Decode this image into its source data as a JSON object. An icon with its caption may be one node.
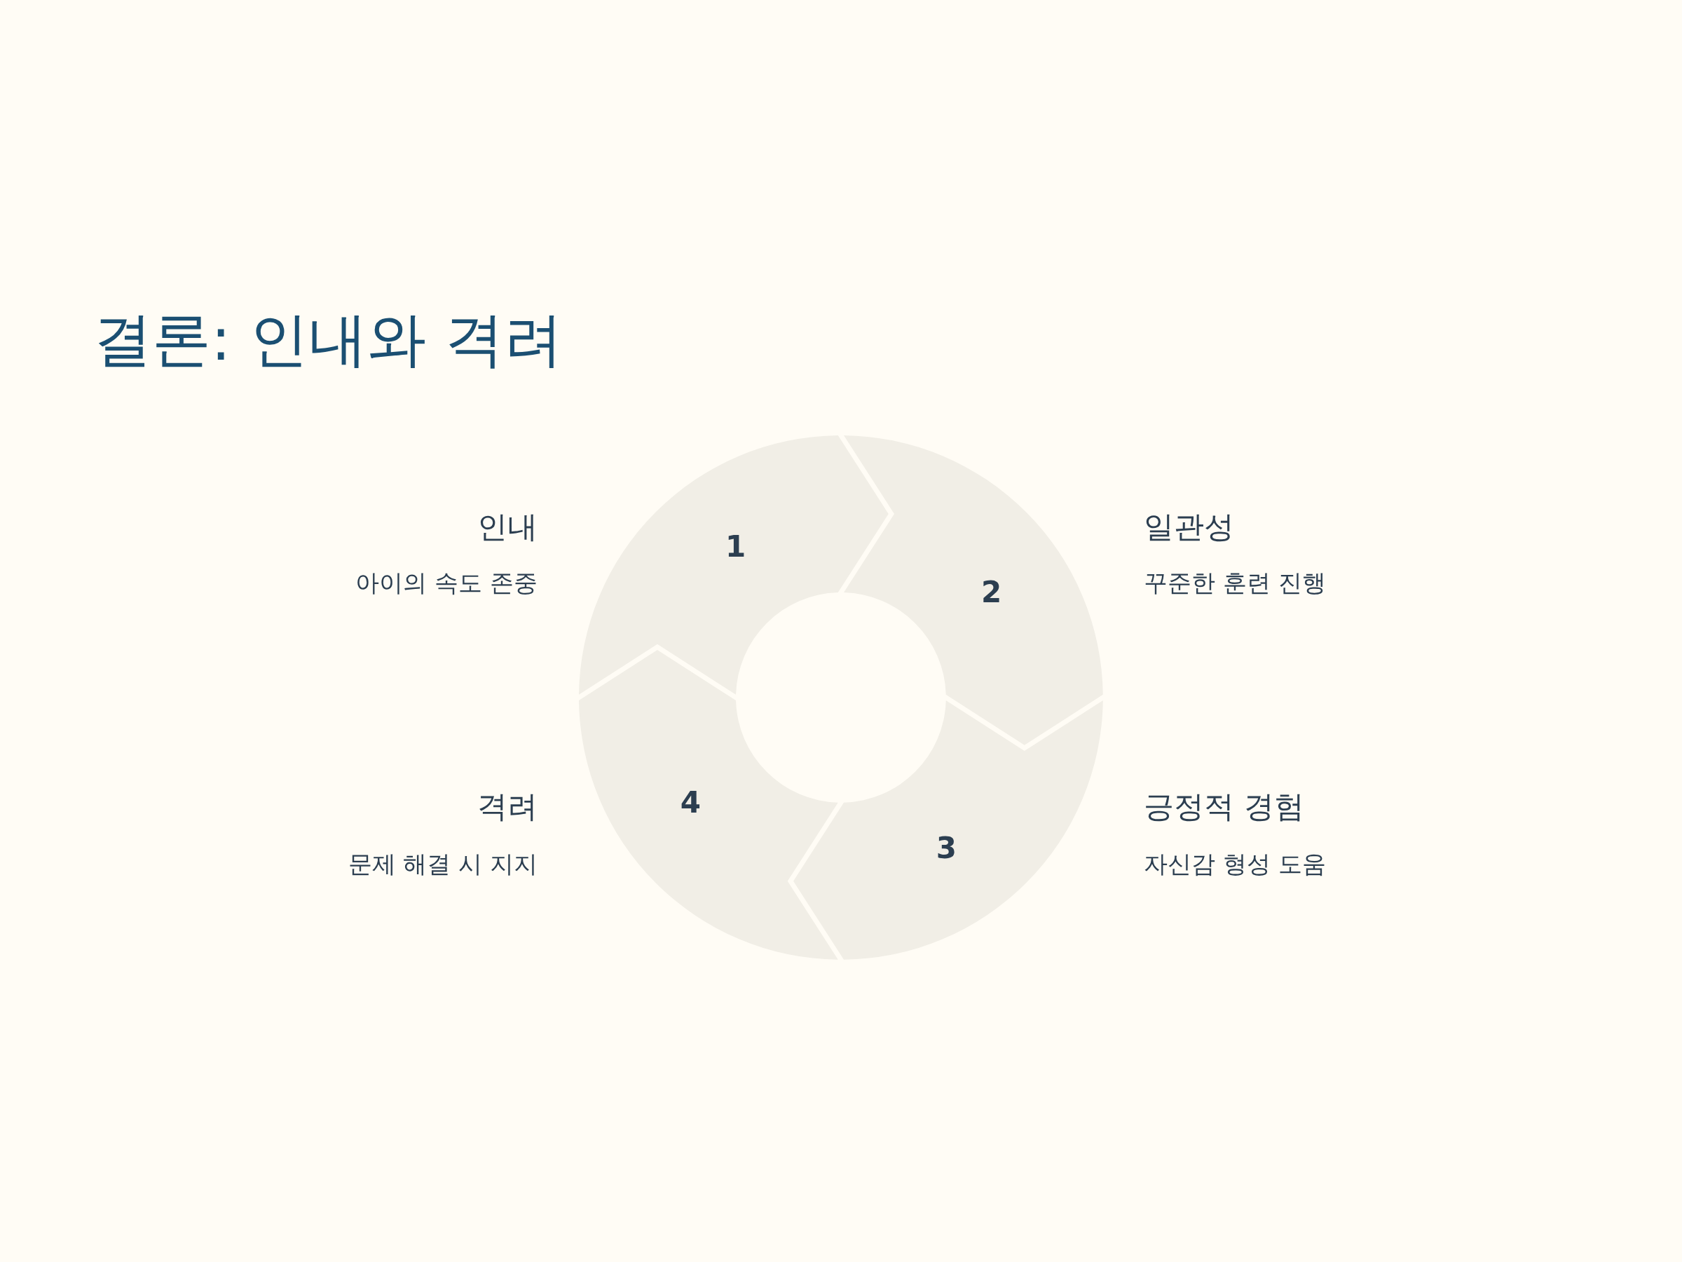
{
  "diagram": {
    "title": "결론: 인내와 격려",
    "nodes": [
      {
        "text": [
          "1"
        ],
        "beside": [
          "인내",
          "아이의 속도 존중"
        ]
      },
      {
        "text": [
          "2"
        ],
        "beside": [
          "일관성",
          "꾸준한 훈련 진행"
        ]
      },
      {
        "text": [
          "3"
        ],
        "beside": [
          "긍정적 경험",
          "자신감 형성 도움"
        ]
      },
      {
        "text": [
          "4"
        ],
        "beside": [
          "격려",
          "문제 해결 시 지지"
        ]
      }
    ]
  }
}
